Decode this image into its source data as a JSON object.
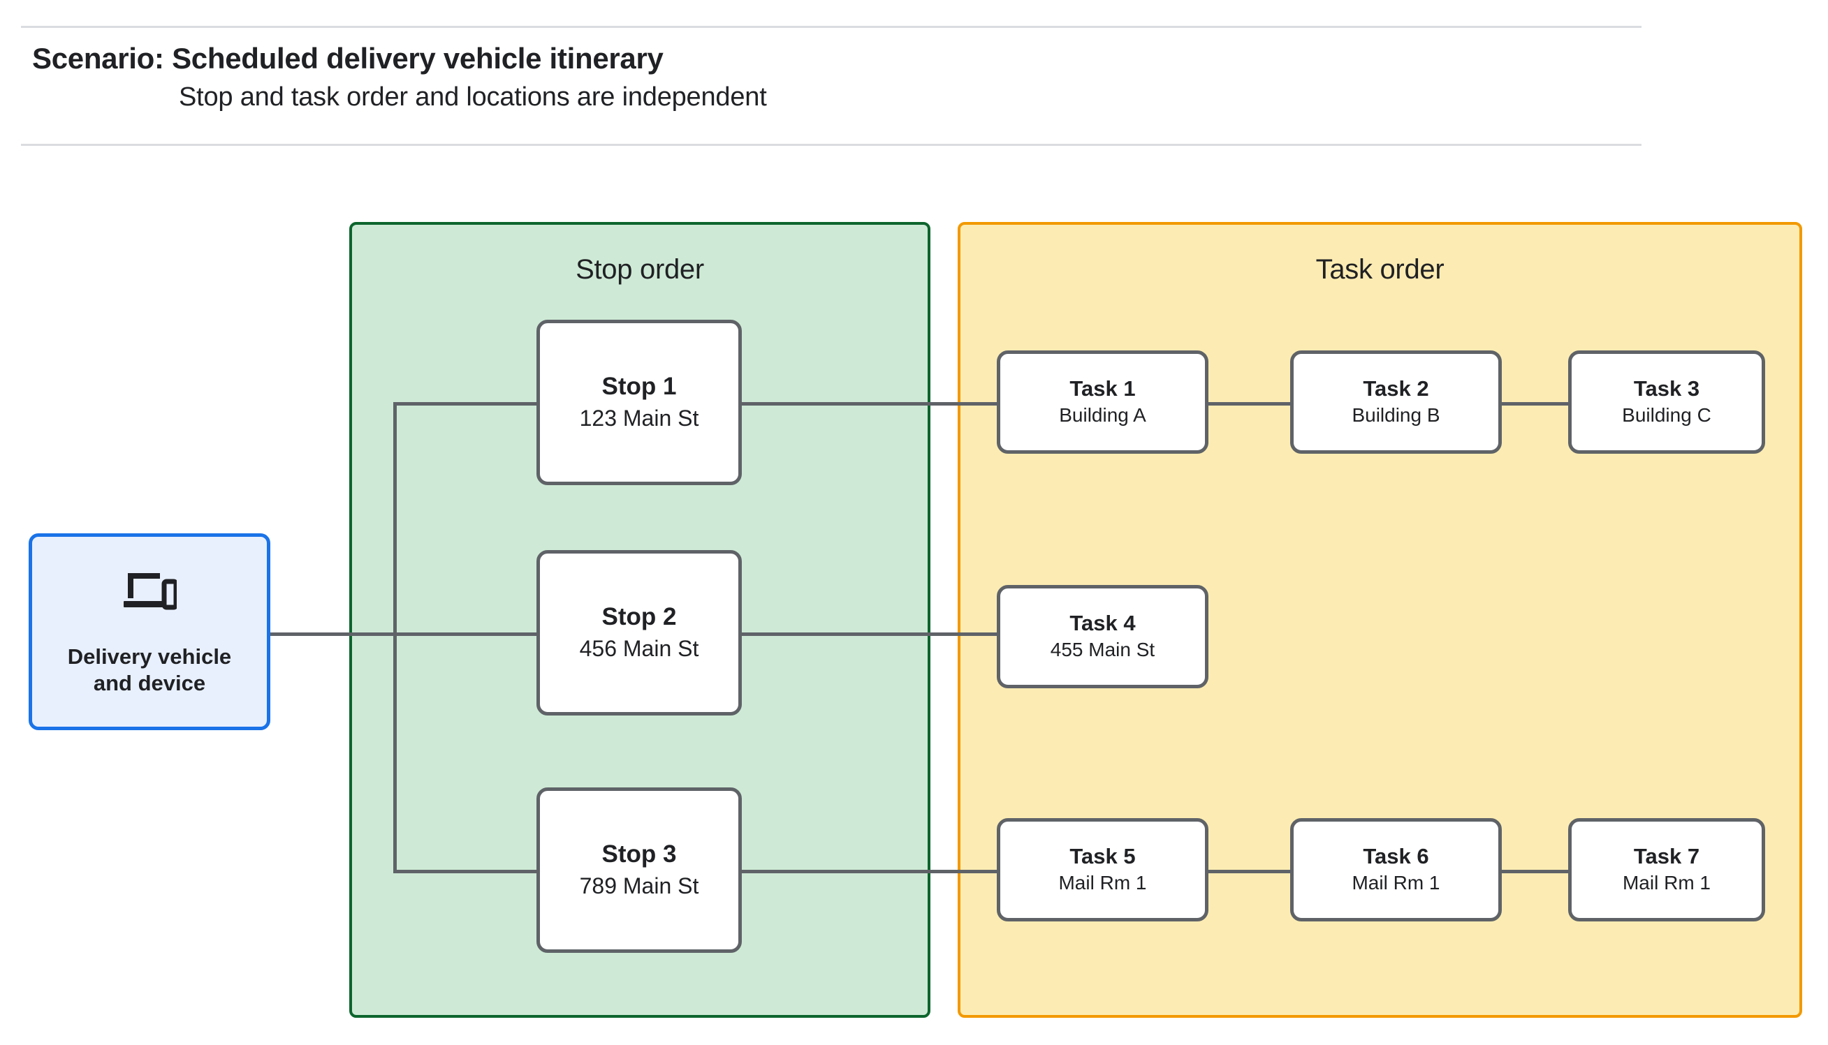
{
  "header": {
    "title": "Scenario: Scheduled delivery vehicle itinerary",
    "subtitle": "Stop and task order and locations are independent"
  },
  "vehicle": {
    "label": "Delivery vehicle\nand device",
    "icon": "devices-icon",
    "border_color": "#1a73e8",
    "fill_color": "#e8f0fe"
  },
  "groups": {
    "stop": {
      "title": "Stop order",
      "fill_color": "#ceead6",
      "border_color": "#0d652d"
    },
    "task": {
      "title": "Task order",
      "fill_color": "#fcecb3",
      "border_color": "#f29900"
    }
  },
  "stops": [
    {
      "title": "Stop 1",
      "location": "123 Main St"
    },
    {
      "title": "Stop 2",
      "location": "456 Main St"
    },
    {
      "title": "Stop 3",
      "location": "789 Main St"
    }
  ],
  "task_rows": [
    [
      {
        "title": "Task 1",
        "location": "Building A"
      },
      {
        "title": "Task 2",
        "location": "Building B"
      },
      {
        "title": "Task 3",
        "location": "Building C"
      }
    ],
    [
      {
        "title": "Task 4",
        "location": "455 Main St"
      }
    ],
    [
      {
        "title": "Task 5",
        "location": "Mail Rm 1"
      },
      {
        "title": "Task 6",
        "location": "Mail Rm 1"
      },
      {
        "title": "Task 7",
        "location": "Mail Rm 1"
      }
    ]
  ],
  "connector_color": "#5f6368"
}
